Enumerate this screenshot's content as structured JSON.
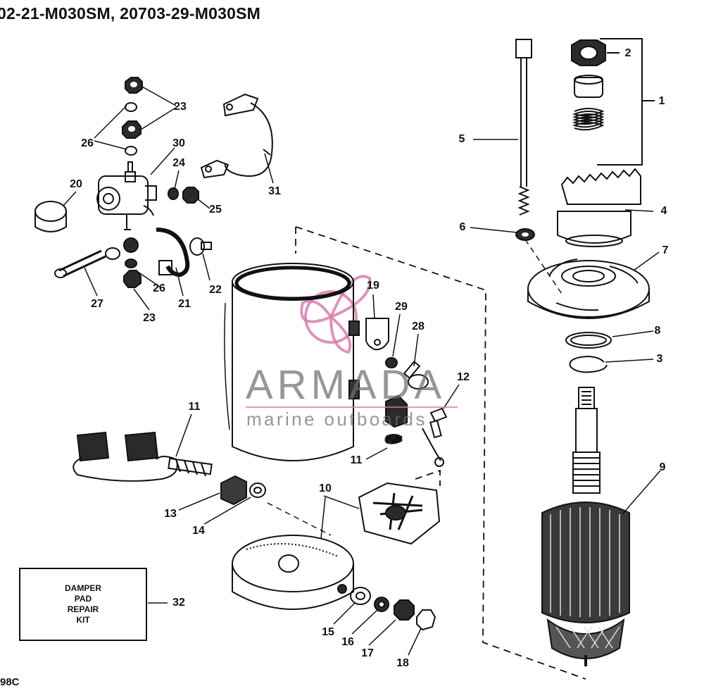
{
  "header": {
    "title": "02-21-M030SM, 20703-29-M030SM"
  },
  "figure_code": "98C",
  "callouts": {
    "c1": "1",
    "c2": "2",
    "c3": "3",
    "c4": "4",
    "c5": "5",
    "c6": "6",
    "c7": "7",
    "c8": "8",
    "c9": "9",
    "c10": "10",
    "c11a": "11",
    "c11b": "11",
    "c12": "12",
    "c13": "13",
    "c14": "14",
    "c15": "15",
    "c16": "16",
    "c17": "17",
    "c18": "18",
    "c19": "19",
    "c20": "20",
    "c21": "21",
    "c22": "22",
    "c23a": "23",
    "c23b": "23",
    "c24": "24",
    "c25": "25",
    "c26a": "26",
    "c26b": "26",
    "c27": "27",
    "c28": "28",
    "c29": "29",
    "c30": "30",
    "c31": "31",
    "c32": "32"
  },
  "kit_box": {
    "line1": "DAMPER",
    "line2": "PAD",
    "line3": "REPAIR",
    "line4": "KIT"
  },
  "watermark": {
    "name": "ARMADA",
    "tagline": "marine outboards"
  }
}
